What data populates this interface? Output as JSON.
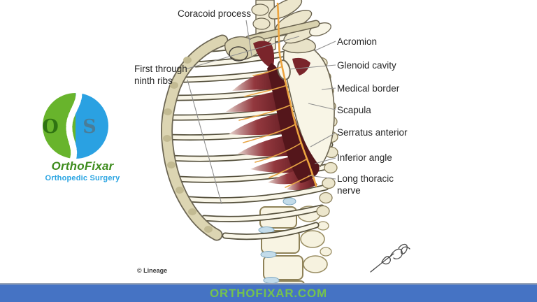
{
  "logo": {
    "letter_left": "O",
    "letter_right": "S",
    "brand": "OrthoFixar",
    "subtitle": "Orthopedic Surgery",
    "green": "#68b42c",
    "blue": "#2aa1e2",
    "brand_color": "#3e8c1d",
    "subtitle_color": "#29a4e2"
  },
  "diagram": {
    "copyright": "© Lineage",
    "labels": {
      "coracoid": "Coracoid process",
      "ribs": "First through\nninth ribs",
      "acromion": "Acromion",
      "medial_border": "Medical border",
      "glenoid": "Glenoid cavity",
      "scapula": "Scapula",
      "serratus": "Serratus anterior",
      "inferior_angle": "Inferior angle",
      "long_thoracic": "Long thoracic\nnerve"
    },
    "palette": {
      "bone_cream": "#f7f3e2",
      "bone_beige": "#d9d2af",
      "outline": "#6b6450",
      "muscle_dark": "#5c181e",
      "muscle_light": "#c79a9a",
      "nerve": "#eda43f",
      "disc_blue": "#c3dcea",
      "leader_line": "#909090"
    }
  },
  "footer": {
    "site": "ORTHOFIXAR.COM",
    "bg": "#4573c4",
    "text_color": "#74c24f"
  }
}
